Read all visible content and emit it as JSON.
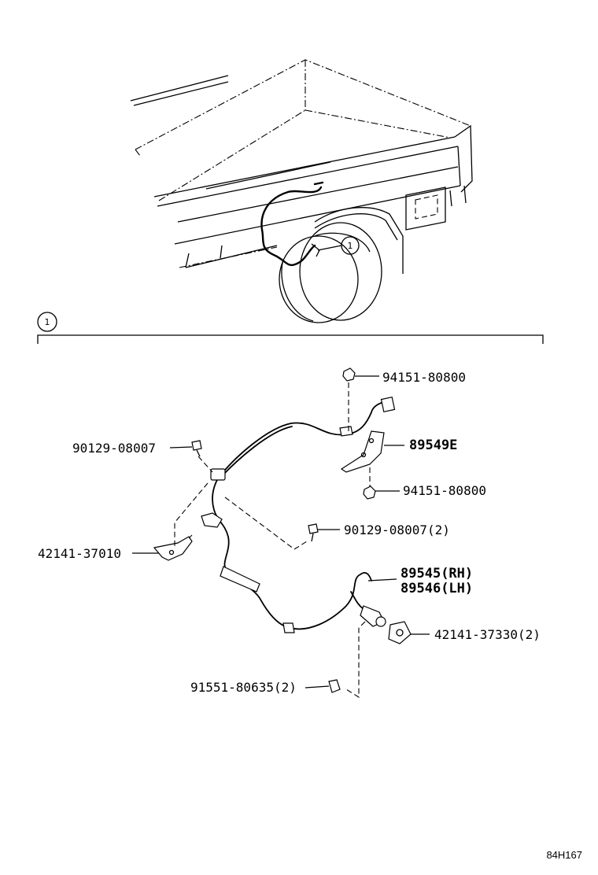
{
  "diagram": {
    "callout_ref": "1",
    "drawing_code": "84H167",
    "parts": [
      {
        "id": "nut_top",
        "number": "94151-80800",
        "suffix": ""
      },
      {
        "id": "bracket",
        "number": "89549E",
        "suffix": ""
      },
      {
        "id": "nut_bottom",
        "number": "94151-80800",
        "suffix": ""
      },
      {
        "id": "bolt_left",
        "number": "90129-08007",
        "suffix": ""
      },
      {
        "id": "bolt_mid",
        "number": "90129-08007",
        "suffix": "(2)"
      },
      {
        "id": "clamp_left",
        "number": "42141-37010",
        "suffix": ""
      },
      {
        "id": "sensor_rh",
        "number": "89545",
        "suffix": "(RH)"
      },
      {
        "id": "sensor_lh",
        "number": "89546",
        "suffix": "(LH)"
      },
      {
        "id": "clamp_right",
        "number": "42141-37330",
        "suffix": "(2)"
      },
      {
        "id": "bolt_bottom",
        "number": "91551-80635",
        "suffix": "(2)"
      }
    ]
  }
}
